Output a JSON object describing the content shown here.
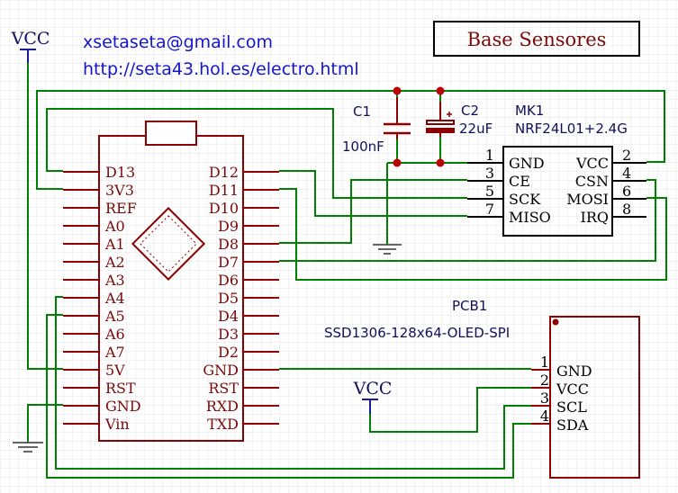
{
  "contact": {
    "email": "xsetaseta@gmail.com",
    "url": "http://seta43.hol.es/electro.html"
  },
  "title_box": "Base Sensores",
  "power": {
    "vcc_top_left": "VCC",
    "vcc_oled": "VCC"
  },
  "arduino": {
    "left_pins": [
      "D13",
      "3V3",
      "REF",
      "A0",
      "A1",
      "A2",
      "A3",
      "A4",
      "A5",
      "A6",
      "A7",
      "5V",
      "RST",
      "GND",
      "Vin"
    ],
    "right_pins": [
      "D12",
      "D11",
      "D10",
      "D9",
      "D8",
      "D7",
      "D6",
      "D5",
      "D4",
      "D3",
      "D2",
      "GND",
      "RST",
      "RXD",
      "TXD"
    ]
  },
  "capacitors": {
    "c1": {
      "ref": "C1",
      "value": "100nF"
    },
    "c2": {
      "ref": "C2",
      "value": "22uF"
    }
  },
  "nrf": {
    "ref": "MK1",
    "value": "NRF24L01+2.4G",
    "left_pins": [
      {
        "num": "1",
        "name": "GND"
      },
      {
        "num": "3",
        "name": "CE"
      },
      {
        "num": "5",
        "name": "SCK"
      },
      {
        "num": "7",
        "name": "MISO"
      }
    ],
    "right_pins": [
      {
        "num": "2",
        "name": "VCC"
      },
      {
        "num": "4",
        "name": "CSN"
      },
      {
        "num": "6",
        "name": "MOSI"
      },
      {
        "num": "8",
        "name": "IRQ"
      }
    ]
  },
  "oled": {
    "ref": "PCB1",
    "value": "SSD1306-128x64-OLED-SPI",
    "pins": [
      {
        "num": "1",
        "name": "GND"
      },
      {
        "num": "2",
        "name": "VCC"
      },
      {
        "num": "3",
        "name": "SCL"
      },
      {
        "num": "4",
        "name": "SDA"
      }
    ]
  },
  "colors": {
    "wire": "#008000",
    "component": "#8b0000",
    "label_blue": "#1515d0",
    "grid": "#e6e6e6"
  }
}
